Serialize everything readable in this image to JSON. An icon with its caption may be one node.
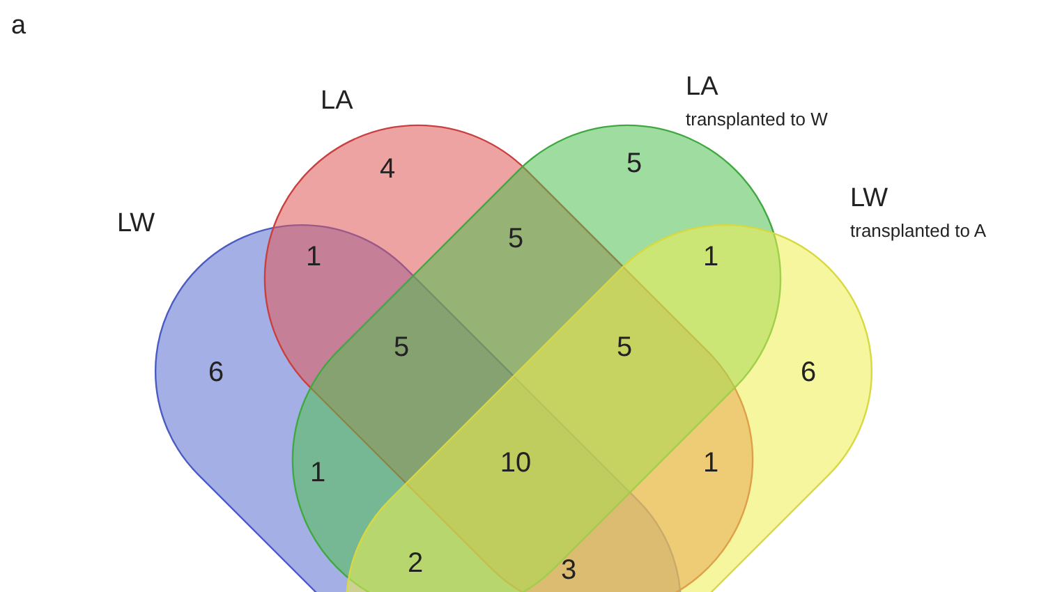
{
  "diagram": {
    "nodes": [
      {
        "text": [
          "LW"
        ]
      },
      {
        "text": [
          "LA"
        ]
      },
      {
        "text": [
          "LA",
          "transplanted to W"
        ]
      },
      {
        "text": [
          "LW",
          "transplanted to A"
        ]
      }
    ],
    "labels": [
      "a",
      "4",
      "5",
      "1",
      "5",
      "1",
      "6",
      "5",
      "5",
      "6",
      "1",
      "10",
      "1",
      "2",
      "3"
    ]
  }
}
